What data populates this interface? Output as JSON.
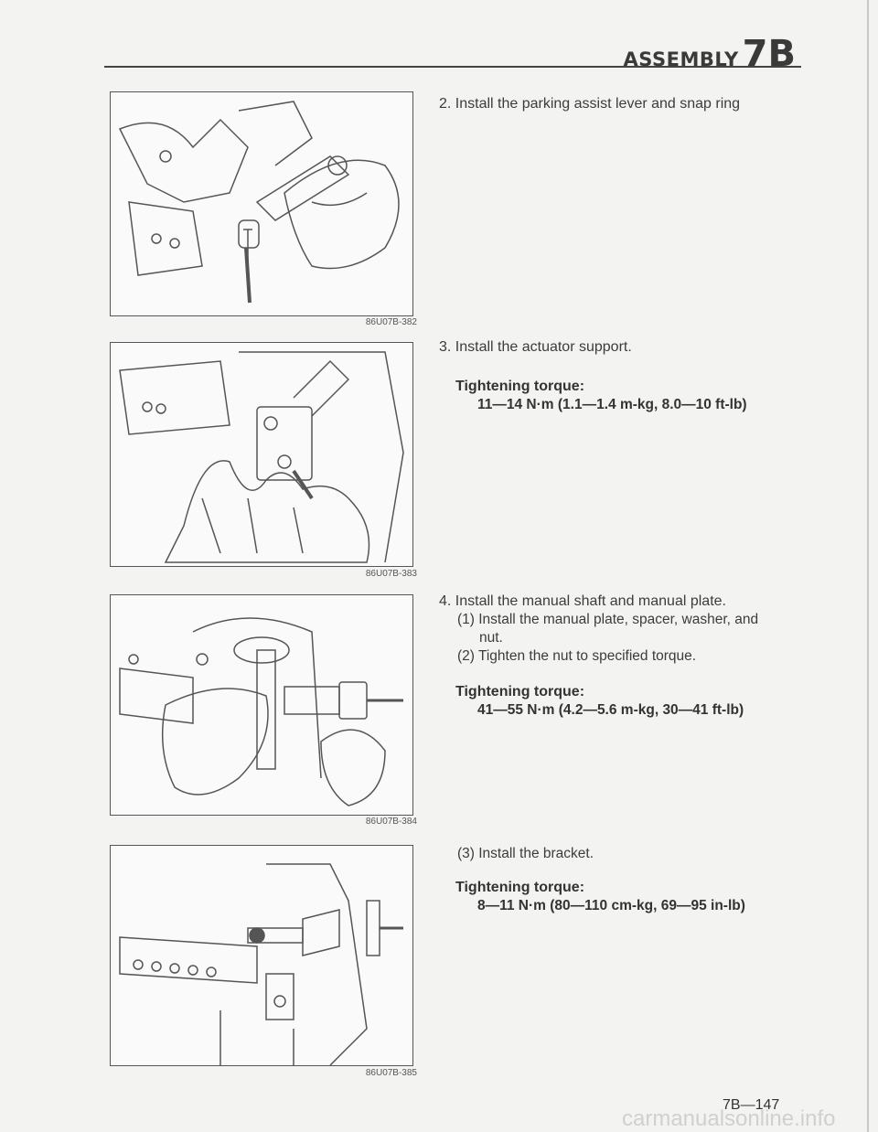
{
  "header": {
    "section_word": "ASSEMBLY",
    "section_number": "7B"
  },
  "figures": [
    {
      "caption": "86U07B-382"
    },
    {
      "caption": "86U07B-383"
    },
    {
      "caption": "86U07B-384"
    },
    {
      "caption": "86U07B-385"
    }
  ],
  "steps": {
    "s2": "2. Install the parking assist lever and snap ring",
    "s3": "3. Install the actuator support.",
    "s3_torque_label": "Tightening torque:",
    "s3_torque_value": "11—14 N·m (1.1—1.4 m-kg, 8.0—10 ft-lb)",
    "s4": "4. Install the manual shaft and manual plate.",
    "s4_1a": "(1) Install the manual plate, spacer, washer, and",
    "s4_1b": "nut.",
    "s4_2": "(2) Tighten the nut to specified torque.",
    "s4_torque_label": "Tightening torque:",
    "s4_torque_value": "41—55 N·m (4.2—5.6 m-kg, 30—41 ft-lb)",
    "s4_3": "(3) Install the bracket.",
    "s4_3_torque_label": "Tightening torque:",
    "s4_3_torque_value": "8—11 N·m (80—110 cm-kg, 69—95 in-lb)"
  },
  "page_number": "7B—147",
  "watermark": "carmanualsonline.info"
}
